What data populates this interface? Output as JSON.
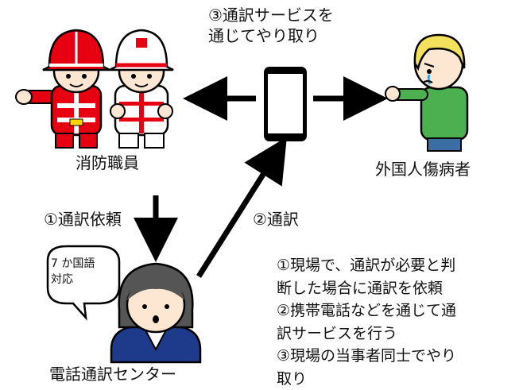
{
  "step3_label": [
    "③通訳サービスを",
    "通じてやり取り"
  ],
  "firefighters_label": "消防職員",
  "patient_label": "外国人傷病者",
  "step1_label": "①通訳依頼",
  "step2_label": "②通訳",
  "bubble_text": [
    "7 か国語",
    "対応"
  ],
  "center_label": "電話通訳センター",
  "notes": [
    "①現場で、通訳が必要と判",
    "断した場合に通訳を依頼",
    "②携帯電話などを通じて通",
    "訳サービスを行う",
    "③現場の当事者同士でやり",
    "取り"
  ],
  "colors": {
    "helmet_red": "#e60012",
    "uniform_red": "#e60012",
    "patient_hair": "#f3e05c",
    "patient_shirt": "#4caf50",
    "operator_jacket": "#1e3a8a",
    "arrow": "#000000"
  }
}
